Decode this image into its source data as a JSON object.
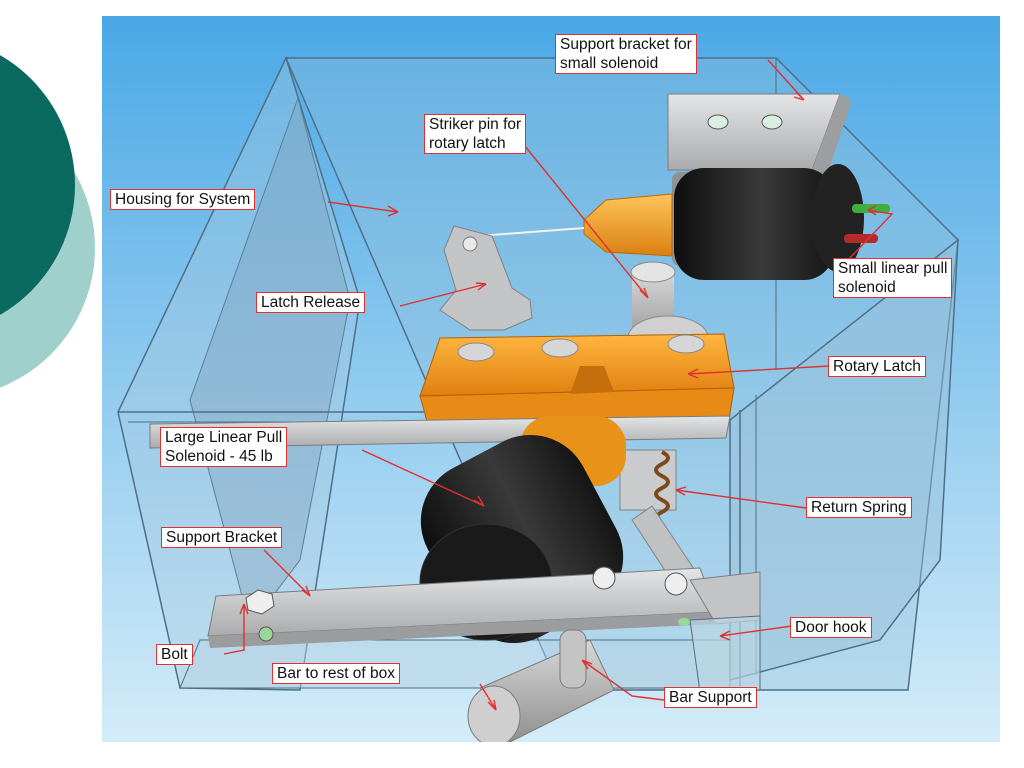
{
  "diagram": {
    "callouts": [
      {
        "id": "support-bracket-small",
        "lines": [
          "Support bracket for",
          "small solenoid"
        ]
      },
      {
        "id": "striker-pin",
        "lines": [
          "Striker pin for",
          "rotary latch"
        ]
      },
      {
        "id": "housing",
        "lines": [
          "Housing for System"
        ]
      },
      {
        "id": "small-solenoid",
        "lines": [
          "Small linear pull",
          "solenoid"
        ]
      },
      {
        "id": "latch-release",
        "lines": [
          "Latch Release"
        ]
      },
      {
        "id": "rotary-latch",
        "lines": [
          "Rotary Latch"
        ]
      },
      {
        "id": "large-solenoid",
        "lines": [
          "Large Linear Pull",
          "Solenoid - 45 lb"
        ]
      },
      {
        "id": "return-spring",
        "lines": [
          "Return Spring"
        ]
      },
      {
        "id": "support-bracket",
        "lines": [
          "Support Bracket"
        ]
      },
      {
        "id": "door-hook",
        "lines": [
          "Door hook"
        ]
      },
      {
        "id": "bolt",
        "lines": [
          "Bolt"
        ]
      },
      {
        "id": "bar-to-box",
        "lines": [
          "Bar to rest of box"
        ]
      },
      {
        "id": "bar-support",
        "lines": [
          "Bar Support"
        ]
      }
    ]
  },
  "colors": {
    "teal_dark": "#0b6a60",
    "teal_light": "#9fd0cc",
    "sky_top": "#4aa8e6",
    "sky_bottom": "#d4ecf8",
    "callout_border": "#e03030",
    "latch_orange": "#f29a1c",
    "solenoid_black": "#1e1e1e",
    "metal_gray": "#c9cbcd"
  }
}
